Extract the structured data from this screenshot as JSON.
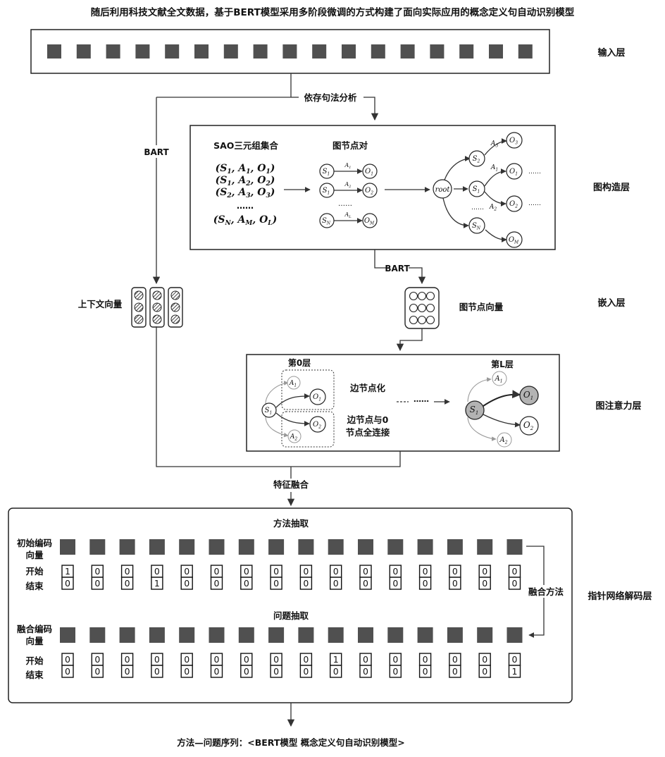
{
  "title": "随后利用科技文献全文数据，基于BERT模型采用多阶段微调的方式构建了面向实际应用的概念定义句自动识别模型",
  "layers": {
    "input": "输入层",
    "graph_build": "图构造层",
    "embedding": "嵌入层",
    "graph_attention": "图注意力层",
    "pointer_decoder": "指针网络解码层"
  },
  "flow": {
    "dependency": "依存句法分析",
    "bart_left": "BART",
    "bart_mid": "BART",
    "feature_fusion": "特征融合",
    "context_vector": "上下文向量",
    "node_vector": "图节点向量"
  },
  "graph_build": {
    "sao_title": "SAO三元组集合",
    "pair_title": "图节点对",
    "ellipsis": "……",
    "root": "root",
    "triples": [
      {
        "s": "S",
        "s_sub": "1",
        "a": "A",
        "a_sub": "1",
        "o": "O",
        "o_sub": "1"
      },
      {
        "s": "S",
        "s_sub": "1",
        "a": "A",
        "a_sub": "2",
        "o": "O",
        "o_sub": "2"
      },
      {
        "s": "S",
        "s_sub": "2",
        "a": "A",
        "a_sub": "3",
        "o": "O",
        "o_sub": "3"
      },
      {
        "s": "S",
        "s_sub": "N",
        "a": "A",
        "a_sub": "M",
        "o": "O",
        "o_sub": "L"
      }
    ],
    "pairs": [
      {
        "s": "S",
        "s_sub": "1",
        "a": "A",
        "a_sub": "1",
        "o": "O",
        "o_sub": "1"
      },
      {
        "s": "S",
        "s_sub": "1",
        "a": "A",
        "a_sub": "2",
        "o": "O",
        "o_sub": "2"
      },
      {
        "s": "S",
        "s_sub": "N",
        "a": "A",
        "a_sub": "L",
        "o": "O",
        "o_sub": "M"
      }
    ],
    "tree_dots": "……",
    "tree_nodes": {
      "s2": {
        "v": "S",
        "sub": "2"
      },
      "s1": {
        "v": "S",
        "sub": "1"
      },
      "sn": {
        "v": "S",
        "sub": "N"
      },
      "o3": {
        "v": "O",
        "sub": "3"
      },
      "o1": {
        "v": "O",
        "sub": "1"
      },
      "o2": {
        "v": "O",
        "sub": "2"
      },
      "om": {
        "v": "O",
        "sub": "M"
      },
      "a3": {
        "v": "A",
        "sub": "3"
      },
      "a1": {
        "v": "A",
        "sub": "1"
      },
      "a2": {
        "v": "A",
        "sub": "2"
      }
    }
  },
  "attention": {
    "layer0": "第0层",
    "layerL": "第L层",
    "edge_node": "边节点化",
    "full_connect_1": "边节点与0",
    "full_connect_2": "节点全连接",
    "dots": "……",
    "nodes": {
      "s1": {
        "v": "S",
        "sub": "1"
      },
      "a1": {
        "v": "A",
        "sub": "1"
      },
      "a2": {
        "v": "A",
        "sub": "2"
      },
      "o1": {
        "v": "O",
        "sub": "1"
      },
      "o2": {
        "v": "O",
        "sub": "2"
      }
    }
  },
  "decoder": {
    "method_title": "方法抽取",
    "question_title": "问题抽取",
    "init_enc_1": "初始编码",
    "init_enc_2": "向量",
    "fused_enc_1": "融合编码",
    "fused_enc_2": "向量",
    "start": "开始",
    "end": "结束",
    "fuse_method": "融合方法",
    "method_start": [
      "1",
      "0",
      "0",
      "0",
      "0",
      "0",
      "0",
      "0",
      "0",
      "0",
      "0",
      "0",
      "0",
      "0",
      "0",
      "0"
    ],
    "method_end": [
      "0",
      "0",
      "0",
      "1",
      "0",
      "0",
      "0",
      "0",
      "0",
      "0",
      "0",
      "0",
      "0",
      "0",
      "0",
      "0"
    ],
    "question_start": [
      "0",
      "0",
      "0",
      "0",
      "0",
      "0",
      "0",
      "0",
      "0",
      "1",
      "0",
      "0",
      "0",
      "0",
      "0",
      "0"
    ],
    "question_end": [
      "0",
      "0",
      "0",
      "0",
      "0",
      "0",
      "0",
      "0",
      "0",
      "0",
      "0",
      "0",
      "0",
      "0",
      "0",
      "1"
    ]
  },
  "output": "方法—问题序列：<BERT模型  概念定义句自动识别模型>",
  "colors": {
    "token": "#505050",
    "hatch": "#444444",
    "gray_node": "#b3b3b3"
  }
}
